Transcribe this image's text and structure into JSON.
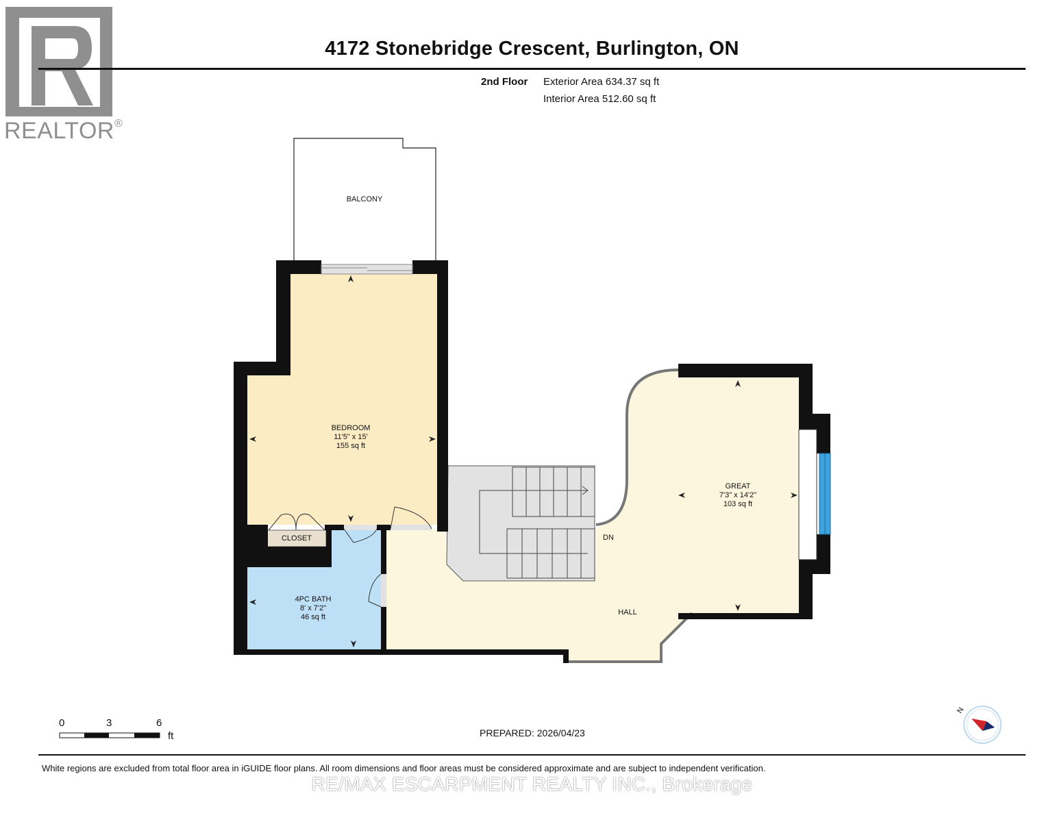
{
  "logo": {
    "text": "REALTOR",
    "mark": "®",
    "icon": "realtor-r-logo"
  },
  "header": {
    "title": "4172 Stonebridge Crescent, Burlington, ON",
    "floor": "2nd Floor",
    "exterior_area": "Exterior Area 634.37 sq ft",
    "interior_area": "Interior Area 512.60 sq ft"
  },
  "rooms": {
    "balcony": {
      "name": "BALCONY"
    },
    "bedroom": {
      "name": "BEDROOM",
      "dims": "11'5\" x 15'",
      "area": "155 sq ft"
    },
    "closet": {
      "name": "CLOSET"
    },
    "bath": {
      "name": "4PC BATH",
      "dims": "8' x 7'2\"",
      "area": "46 sq ft"
    },
    "hall": {
      "name": "HALL"
    },
    "great": {
      "name": "GREAT",
      "dims": "7'3\" x 14'2\"",
      "area": "103 sq ft"
    },
    "stairs": {
      "label": "DN"
    }
  },
  "colors": {
    "wall": "#111111",
    "bedroom_fill": "#fbecc4",
    "great_fill": "#fdf6df",
    "bath_fill": "#bee0f7",
    "stairs_fill": "#e2e2e2",
    "closet_fill": "#e9dfcf",
    "window_blue": "#3ea3dc",
    "compass_red": "#d0232a"
  },
  "scale": {
    "ticks": [
      "0",
      "3",
      "6"
    ],
    "unit": "ft"
  },
  "prepared": "PREPARED: 2026/04/23",
  "compass": {
    "label": "N"
  },
  "footer": {
    "disclaimer": "White regions are excluded from total floor area in iGUIDE floor plans. All room dimensions and floor areas must be considered approximate and are subject to independent verification.",
    "brokerage": "RE/MAX ESCARPMENT REALTY INC., Brokerage"
  }
}
